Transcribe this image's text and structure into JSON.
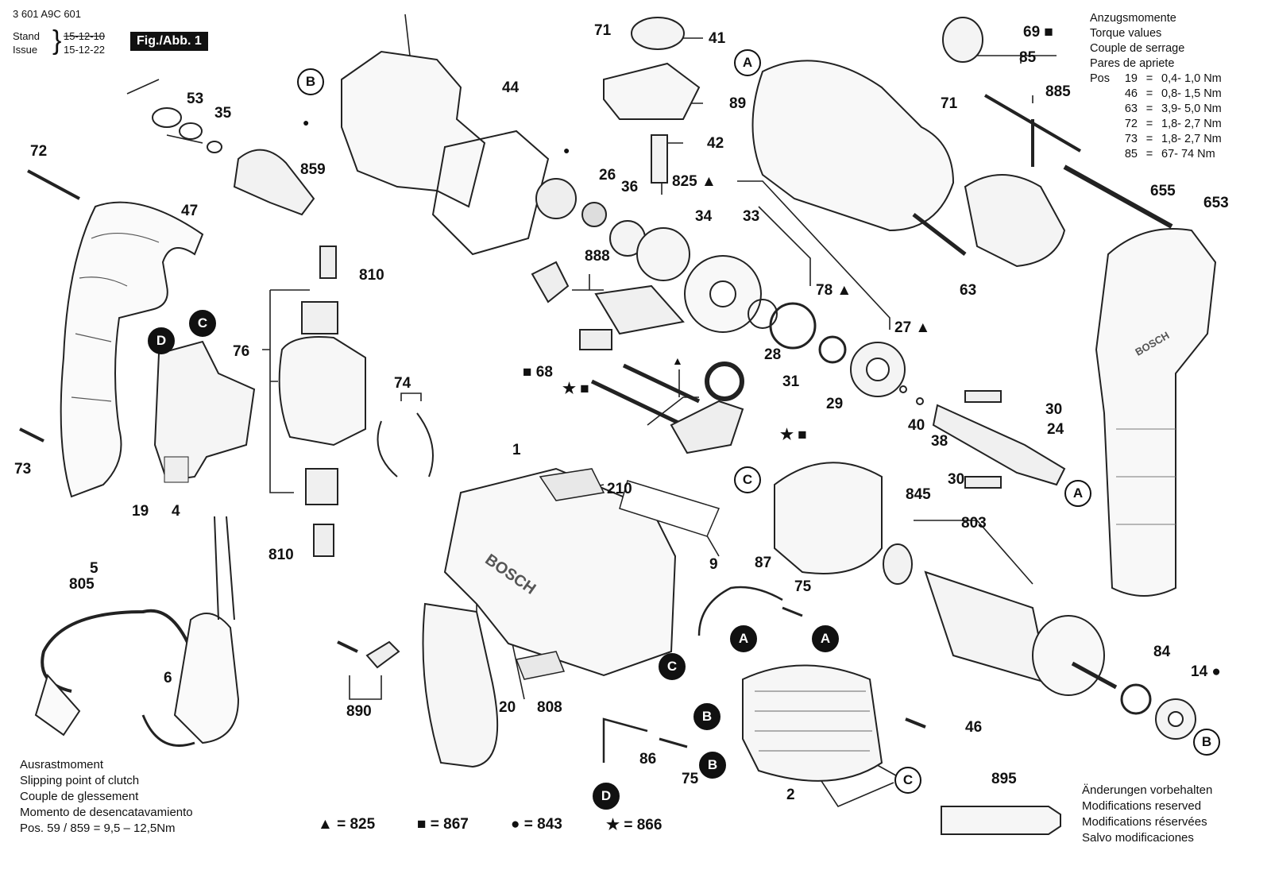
{
  "header": {
    "doc_number": "3 601 A9C 601",
    "stand_label": "Stand",
    "issue_label": "Issue",
    "stand_date": "15-12-10",
    "issue_date": "15-12-22",
    "fig_label": "Fig./Abb. 1"
  },
  "torque": {
    "titles": [
      "Anzugsmomente",
      "Torque values",
      "Couple de serrage",
      "Pares de apriete"
    ],
    "pos_label": "Pos",
    "rows": [
      {
        "pos": "19",
        "eq": "=",
        "value": "0,4- 1,0 Nm"
      },
      {
        "pos": "46",
        "eq": "=",
        "value": "0,8- 1,5 Nm"
      },
      {
        "pos": "63",
        "eq": "=",
        "value": "3,9- 5,0 Nm"
      },
      {
        "pos": "72",
        "eq": "=",
        "value": "1,8- 2,7 Nm"
      },
      {
        "pos": "73",
        "eq": "=",
        "value": "1,8- 2,7 Nm"
      },
      {
        "pos": "85",
        "eq": "=",
        "value": "67- 74 Nm"
      }
    ]
  },
  "clutch_note": [
    "Ausrastmoment",
    "Slipping point of clutch",
    "Couple de glessement",
    "Momento de desencatavamiento",
    "Pos.  59 / 859  =  9,5 – 12,5Nm"
  ],
  "changes_note": [
    "Änderungen vorbehalten",
    "Modifications reserved",
    "Modifications réservées",
    "Salvo modificaciones"
  ],
  "legend": [
    {
      "symbol": "▲",
      "value": "= 825"
    },
    {
      "symbol": "■",
      "value": "= 867"
    },
    {
      "symbol": "●",
      "value": "= 843"
    },
    {
      "symbol": "★",
      "value": "= 866"
    }
  ],
  "parts": {
    "p71a": "71",
    "p41": "41",
    "p69": "69 ■",
    "p85": "85",
    "p885": "885",
    "p71b": "71",
    "p53": "53",
    "p35": "35",
    "p44": "44",
    "p89": "89",
    "p42": "42",
    "p72": "72",
    "p859": "859",
    "p47": "47",
    "p26": "26",
    "p36": "36",
    "p34": "34",
    "p33": "33",
    "p825": "825 ▲",
    "p63": "63",
    "p655": "655",
    "p653": "653",
    "p810a": "810",
    "p888": "888",
    "p78": "78 ▲",
    "p76": "76",
    "p27": "27 ▲",
    "p68": "■ 68",
    "p28": "28",
    "p31": "31",
    "p29": "29",
    "pstarsq": "★ ■",
    "pstarsq2": "★ ■",
    "p30a": "30",
    "p40": "40",
    "p38": "38",
    "p24": "24",
    "p30b": "30",
    "p73": "73",
    "p74": "74",
    "p19": "19",
    "p4": "4",
    "p1": "1",
    "p210": "210",
    "p845": "845",
    "p803": "803",
    "p810b": "810",
    "p9": "9",
    "p5": "5",
    "p805": "805",
    "p87": "87",
    "p75a": "75",
    "p6": "6",
    "p890": "890",
    "p20": "20",
    "p808": "808",
    "p84": "84",
    "p14": "14 ●",
    "p46": "46",
    "p86": "86",
    "p75b": "75",
    "p2": "2",
    "p895": "895"
  },
  "markers": {
    "A": "A",
    "B": "B",
    "C": "C",
    "D": "D"
  },
  "brand_text": "BOSCH"
}
